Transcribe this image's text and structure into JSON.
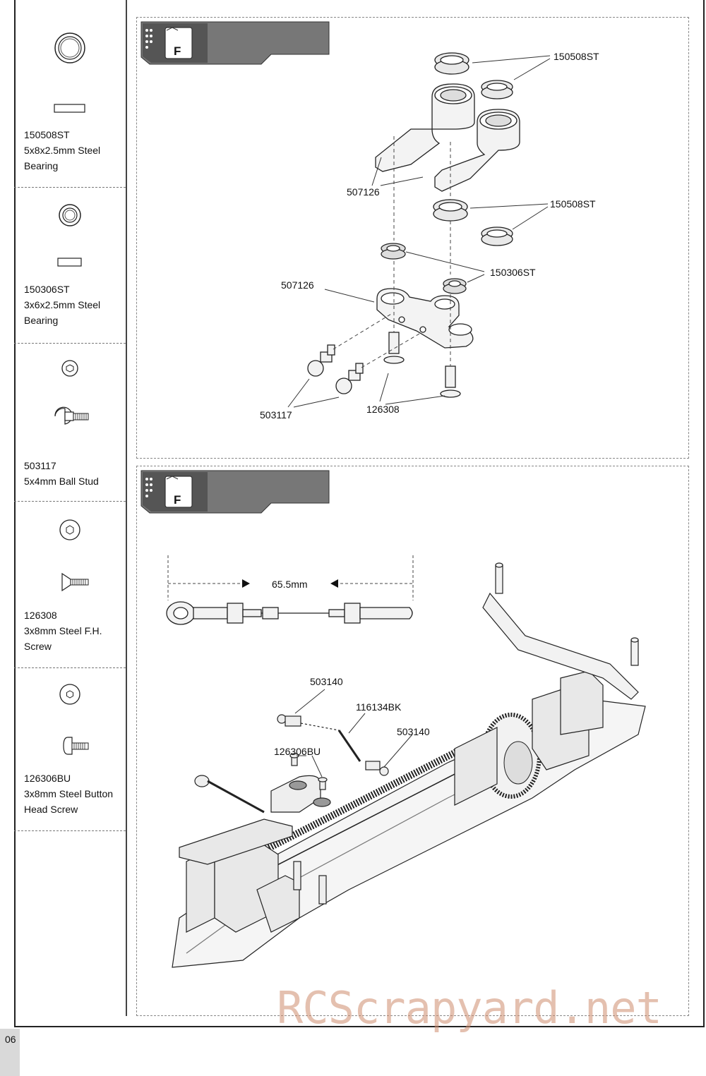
{
  "page_number": "06",
  "watermark": "RCScrapyard.net",
  "parts": [
    {
      "code": "150508ST",
      "desc1": "5x8x2.5mm Steel",
      "desc2": "Bearing",
      "icon": "bearing-icon"
    },
    {
      "code": "150306ST",
      "desc1": "3x6x2.5mm Steel",
      "desc2": "Bearing",
      "icon": "bearing-icon"
    },
    {
      "code": "503117",
      "desc1": "5x4mm Ball Stud",
      "desc2": "",
      "icon": "ball-stud-icon"
    },
    {
      "code": "126308",
      "desc1": "3x8mm Steel F.H.",
      "desc2": "Screw",
      "icon": "flat-head-screw-icon"
    },
    {
      "code": "126306BU",
      "desc1": "3x8mm Steel Button",
      "desc2": "Head Screw",
      "icon": "button-head-screw-icon"
    }
  ],
  "step1": {
    "bag_label": "F",
    "callouts": {
      "bearing_5x8_top": "150508ST",
      "bearing_5x8_mid": "150508ST",
      "steering_arm_top": "507126",
      "steering_arm_bottom": "507126",
      "bearing_3x6": "150306ST",
      "ball_stud": "503117",
      "screw": "126308"
    }
  },
  "step2": {
    "bag_label": "F",
    "dimension": "65.5mm",
    "callouts": {
      "rod_end_top": "503140",
      "turnbuckle": "116134BK",
      "rod_end_right": "503140",
      "button_screw": "126306BU"
    }
  }
}
